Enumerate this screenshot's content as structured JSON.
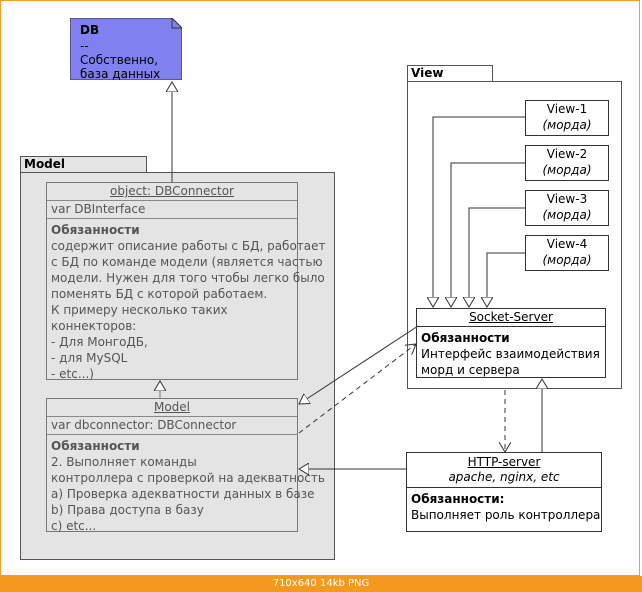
{
  "db": {
    "title": "DB",
    "lines": [
      "--",
      "Собственно,",
      "база данных"
    ]
  },
  "model_pkg": {
    "label": "Model",
    "dbconnector": {
      "title": "object: DBConnector",
      "attr": "var DBInterface",
      "heading": "Обязанности",
      "lines": [
        "содержит описание работы с БД, работает",
        "с БД по команде модели (является частью",
        "модели. Нужен для того чтобы легко было",
        "поменять БД с которой работаем.",
        "К примеру несколько таких",
        "коннекторов:",
        "- Для МонгоДБ,",
        "- для MySQL",
        "- etc...)"
      ]
    },
    "model": {
      "title": "Model",
      "attr": "var dbconnector: DBConnector",
      "heading": "Обязанности",
      "lines": [
        "2. Выполняет команды",
        "контроллера с проверкой на адекватность",
        " a) Проверка адекватности данных в базе",
        " b) Права доступа в базу",
        " c) etc..."
      ]
    }
  },
  "view_pkg": {
    "label": "View",
    "views": [
      {
        "name": "View-1",
        "sub": "(морда)"
      },
      {
        "name": "View-2",
        "sub": "(морда)"
      },
      {
        "name": "View-3",
        "sub": "(морда)"
      },
      {
        "name": "View-4",
        "sub": "(морда)"
      }
    ],
    "socket": {
      "title": "Socket-Server",
      "heading": "Обязанности",
      "lines": [
        "Интерфейс взаимодействия",
        "морд и сервера"
      ]
    }
  },
  "http": {
    "title": "HTTP-server",
    "subtitle": "apache, nginx, etc",
    "heading": "Обязанности:",
    "lines": [
      "Выполняет роль контроллера"
    ]
  },
  "footer": "710x640  14kb  PNG",
  "colors": {
    "db_fill": "#8080ee",
    "package_fill": "#e4e4e4",
    "footer_bar": "#f39a1e"
  }
}
